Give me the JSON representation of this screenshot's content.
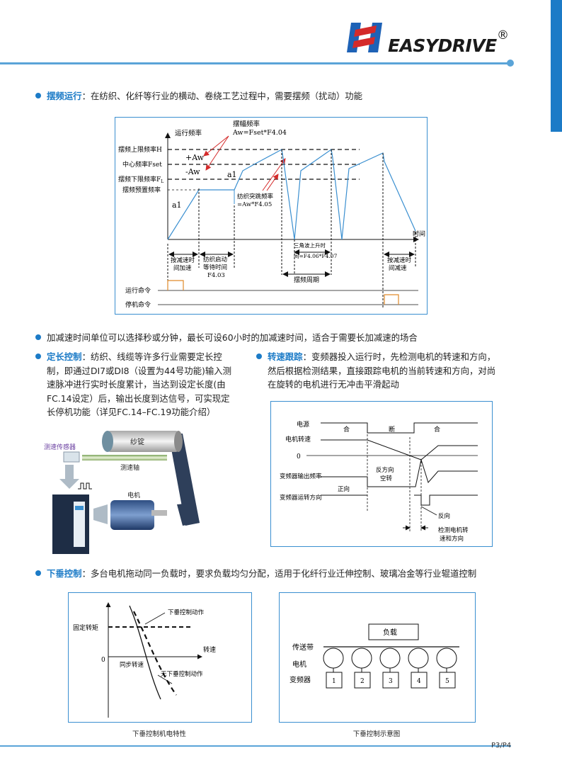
{
  "header": {
    "logo_text": "EASYDRIVE",
    "registered": "®"
  },
  "section1": {
    "keyword": "摆频运行",
    "text": "：在纺织、化纤等行业的横动、卷绕工艺过程中，需要摆频（扰动）功能"
  },
  "wobble_diagram": {
    "y_axis_label": "运行频率",
    "x_axis_label": "时间",
    "amp_label_1": "摆幅频率",
    "amp_label_2": "Aw=Fset*F4.04",
    "upper_label": "摆频上限频率H",
    "center_label": "中心频率Fset",
    "lower_label": "摆频下限频率F",
    "lower_sub": "L",
    "preset_label": "摆频预置频率",
    "plus_aw": "+Aw",
    "minus_aw": "-Aw",
    "a1_left": "a1",
    "a1_right": "a1",
    "jump_label_1": "纺织突跳频率",
    "jump_label_2": "=Aw*F4.05",
    "accel_1": "按减速时",
    "accel_2": "间加速",
    "wait_1": "纺织启动",
    "wait_2": "等待时间",
    "wait_3": "F4.03",
    "tri_1": "三角波上升时",
    "tri_2": "间=F4.06*F4.07",
    "period": "摆频周期",
    "decel_1": "按减速时",
    "decel_2": "间减速",
    "run_cmd": "运行命令",
    "stop_cmd": "停机命令"
  },
  "section2": {
    "text": "加减速时间单位可以选择秒或分钟，最长可设60小时的加减速时间，适合于需要长加减速的场合"
  },
  "section3": {
    "keyword": "定长控制",
    "lines": [
      "：纺织、线缆等许多行业需要定长控",
      "制，即通过DI7或DI8（设置为44号功能)输入测",
      "速脉冲进行实时长度累计，当达到设定长度(由",
      "FC.14设定）后，输出长度到达信号，可实现定",
      "长停机功能（详见FC.14–FC.19功能介绍）"
    ]
  },
  "length_illustration": {
    "spindle": "纱锭",
    "sensor": "测速传感器",
    "shaft": "测速轴",
    "motor": "电机"
  },
  "section4": {
    "keyword": "转速跟踪",
    "lines": [
      "：变频器投入运行时，先检测电机的转速和方向，",
      "然后根据检测结果，直接跟踪电机的当前转速和方向，对尚",
      "在旋转的电机进行无冲击平滑起动"
    ]
  },
  "speed_diagram": {
    "power": "电源",
    "on1": "合",
    "off": "断",
    "on2": "合",
    "motor_speed": "电机转速",
    "zero": "0",
    "reverse_idle_1": "反方向",
    "reverse_idle_2": "空转",
    "out_freq": "变频器输出频率",
    "forward": "正向",
    "direction": "变频器运转方向",
    "reverse": "反向",
    "detect_1": "检测电机转",
    "detect_2": "速和方向"
  },
  "section5": {
    "keyword": "下垂控制",
    "text": "：多台电机拖动同一负载时，要求负载均匀分配，适用于化纤行业迁伸控制、玻璃冶金等行业辊道控制"
  },
  "droop_char": {
    "action": "下垂控制动作",
    "fixed_torque": "固定转矩",
    "speed": "转速",
    "zero": "0",
    "sync_speed": "同步转速",
    "no_action": "无下垂控制动作",
    "caption": "下垂控制机电特性"
  },
  "droop_diagram": {
    "load": "负载",
    "belt": "传送带",
    "motor": "电机",
    "inverter": "变频器",
    "units": [
      "1",
      "2",
      "3",
      "4",
      "5"
    ],
    "caption": "下垂控制示意图"
  },
  "footer": {
    "page": "P3/P4"
  }
}
